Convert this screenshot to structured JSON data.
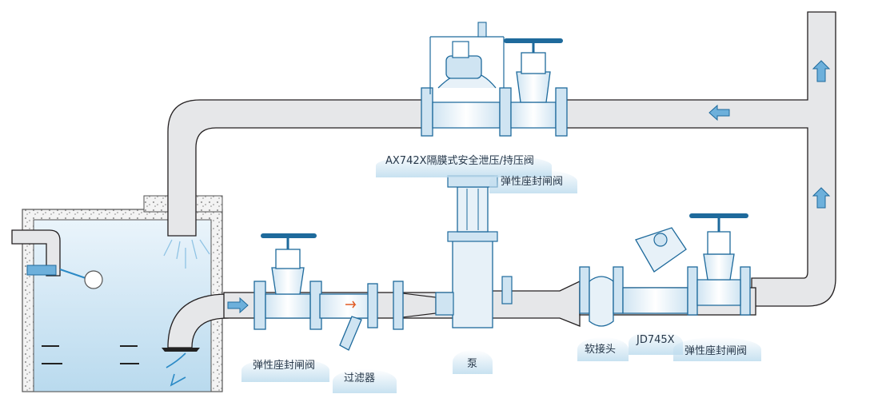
{
  "labels": {
    "ax742x": "AX742X隔膜式安全泄压/持压阀",
    "gate_valve_top": "弹性座封闸阀",
    "gate_valve_left": "弹性座封闸阀",
    "filter": "过滤器",
    "pump": "泵",
    "soft_joint": "软接头",
    "jd745x": "JD745X",
    "gate_valve_right": "弹性座封闸阀"
  },
  "colors": {
    "pipe_fill": "#e6e7e9",
    "pipe_stroke": "#231f20",
    "valve_blue": "#1e6a9c",
    "valve_fill": "#e7f1f8",
    "water": "#cfe6f4",
    "arrow_blue": "#2b8ac6",
    "arrow_orange": "#e05a23",
    "label_shadow": "#bcdcee"
  },
  "icons": {
    "flow_arrow": "flow-arrow-icon",
    "float": "float-ball-icon"
  }
}
